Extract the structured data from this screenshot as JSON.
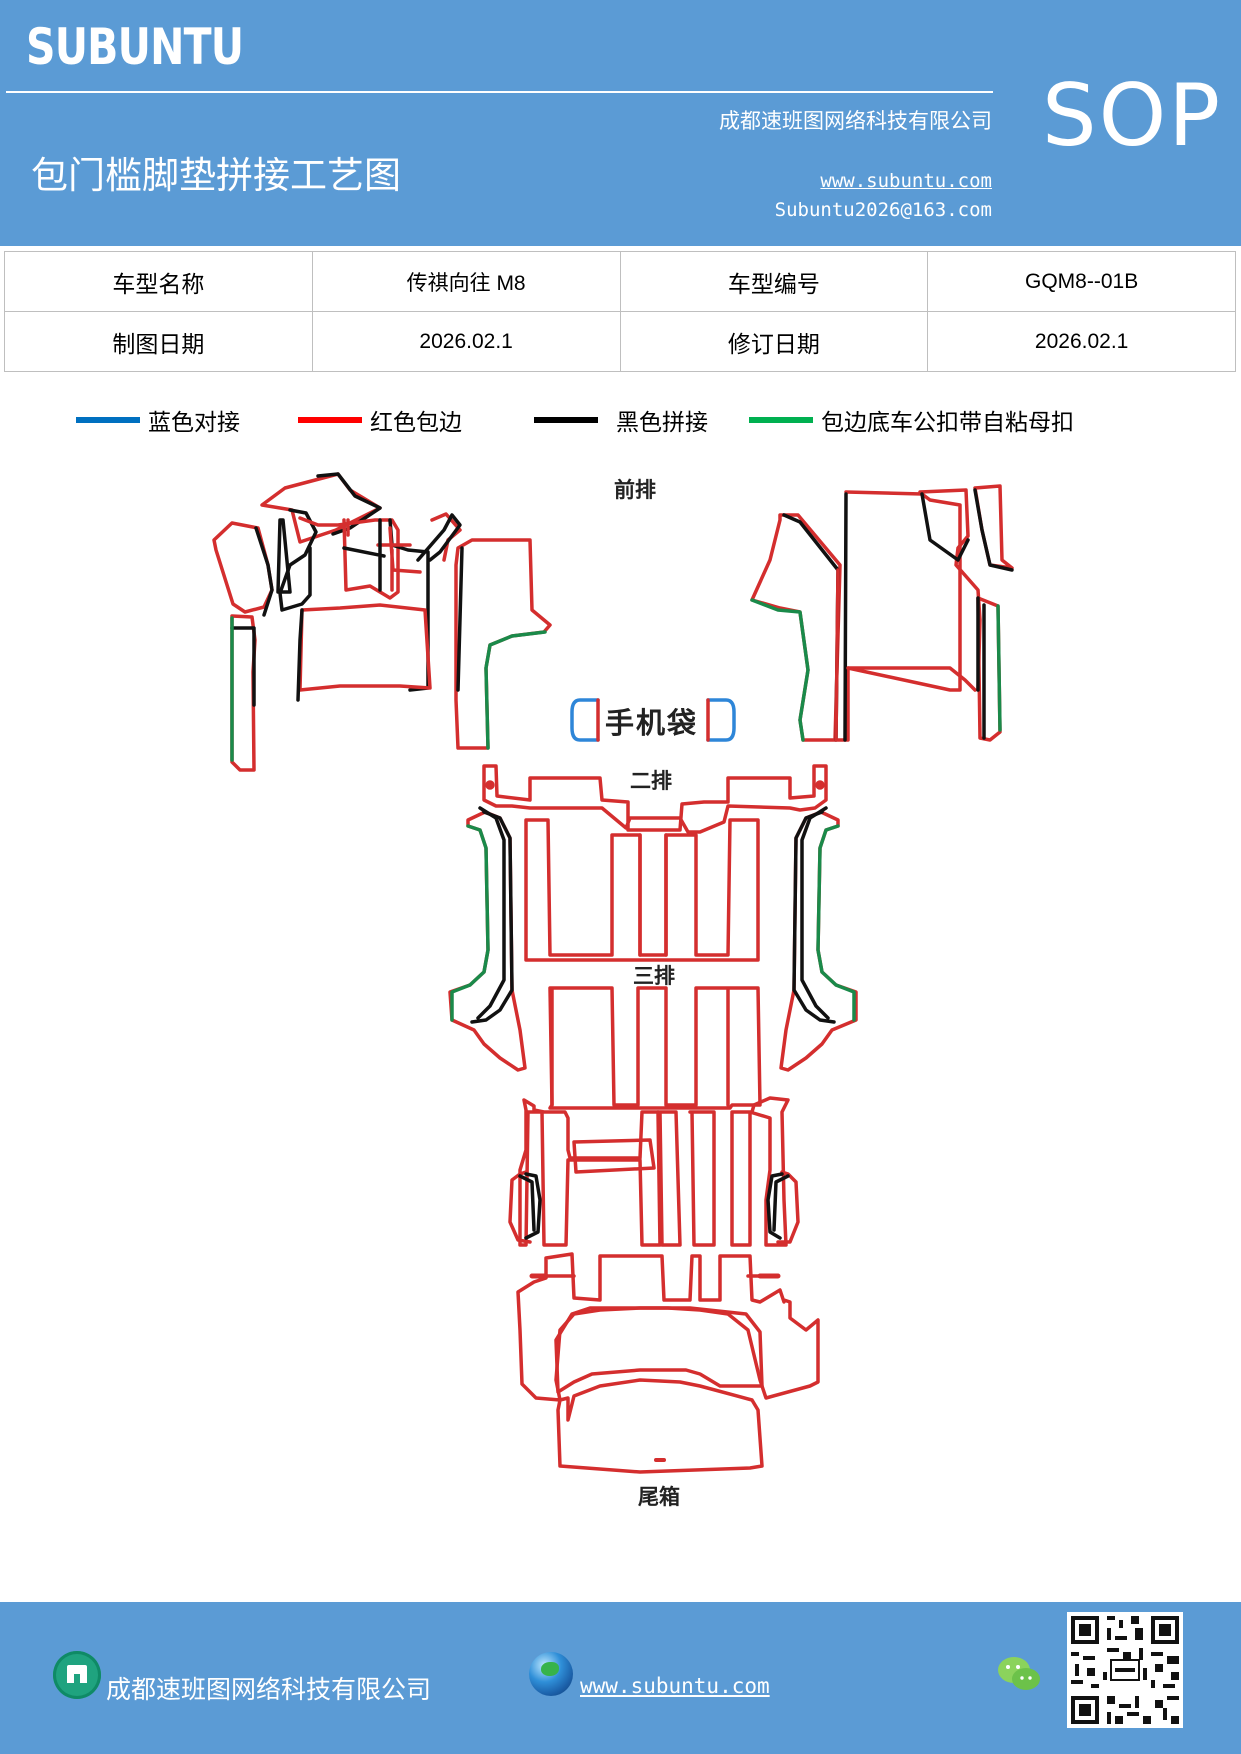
{
  "header": {
    "logo": "SUBUNTU",
    "sop": "SOP",
    "company": "成都速班图网络科技有限公司",
    "title": "包门槛脚垫拼接工艺图",
    "website": "www.subuntu.com",
    "email": "Subuntu2026@163.com",
    "bg_color": "#5b9bd5"
  },
  "info_table": {
    "rows": [
      [
        "车型名称",
        "传祺向往 M8",
        "车型编号",
        "GQM8--01B"
      ],
      [
        "制图日期",
        "2026.02.1",
        "修订日期",
        "2026.02.1"
      ]
    ]
  },
  "legend": [
    {
      "label": "蓝色对接",
      "color": "#0070c0"
    },
    {
      "label": "红色包边",
      "color": "#ff0000"
    },
    {
      "label": "黑色拼接",
      "color": "#000000"
    },
    {
      "label": "包边底车公扣带自粘母扣",
      "color": "#00b050"
    }
  ],
  "diagram": {
    "front_row": "前排",
    "phone_bag": "手机袋",
    "second_row": "二排",
    "third_row": "三排",
    "trunk": "尾箱",
    "colors": {
      "red": "#d42e2e",
      "black": "#111111",
      "green": "#1a8a4a",
      "blue": "#2e86d8"
    }
  },
  "footer": {
    "company": "成都速班图网络科技有限公司",
    "website": "www.subuntu.com",
    "icons": [
      "building-icon",
      "globe-icon",
      "wechat-icon",
      "qr-code-icon"
    ]
  }
}
